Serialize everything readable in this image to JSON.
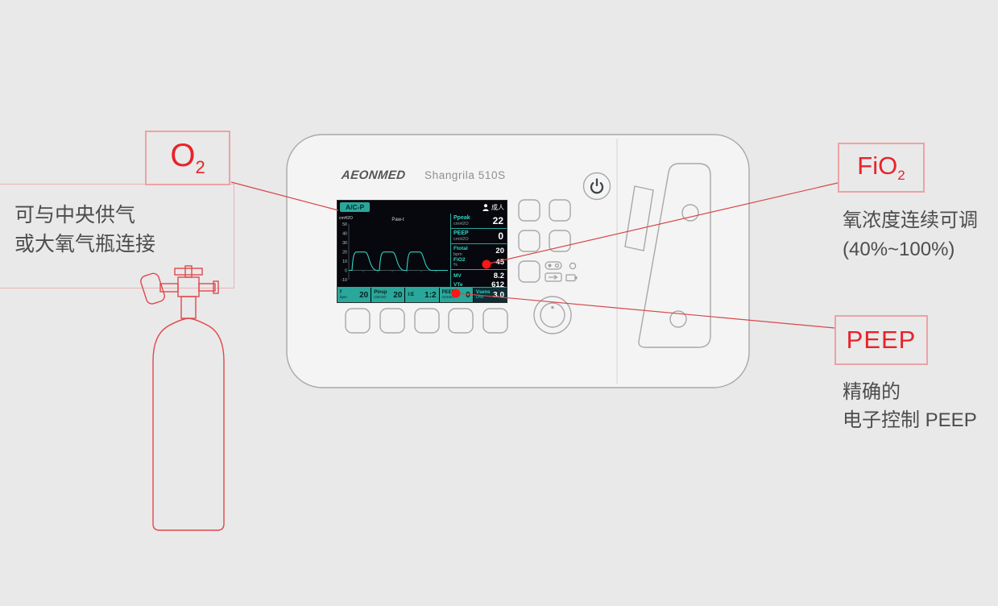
{
  "tags": {
    "o2": {
      "main": "O",
      "sub": "2"
    },
    "fio2": {
      "main": "FiO",
      "sub": "2"
    },
    "peep": {
      "main": "PEEP"
    }
  },
  "notes": {
    "o2_line1": "可与中央供气",
    "o2_line2": "或大氧气瓶连接",
    "fio2_line1": "氧浓度连续可调",
    "fio2_line2": "(40%~100%)",
    "peep_line1": "精确的",
    "peep_line2": "电子控制  PEEP"
  },
  "device": {
    "brand": "AEONMED",
    "model": "Shangrila 510S"
  },
  "screen": {
    "mode": "A/C-P",
    "patient": "成人",
    "waveform": {
      "label": "Paw-t",
      "unit": "cmH2O",
      "y_ticks": [
        "50",
        "40",
        "30",
        "20",
        "10",
        "0",
        "-10"
      ]
    },
    "monitors": {
      "ppeak": {
        "label": "Ppeak",
        "unit": "cmH2O",
        "value": "22"
      },
      "peep": {
        "label": "PEEP",
        "unit": "cmH2O",
        "value": "0"
      },
      "ftotal": {
        "label": "Ftotal",
        "unit": "bpm",
        "value": "20"
      },
      "fio2": {
        "label": "FiO2",
        "unit": "%",
        "value": "45"
      },
      "mv": {
        "label": "MV",
        "value": "8.2"
      },
      "vte": {
        "label": "VTe",
        "value": "612"
      }
    },
    "settings": [
      {
        "label": "f",
        "unit": "bpm",
        "value": "20"
      },
      {
        "label": "Pinsp",
        "unit": "cmH2O",
        "value": "20"
      },
      {
        "label": "I:E",
        "unit": "",
        "value": "1:2"
      },
      {
        "label": "PEEP",
        "unit": "cmH2O",
        "value": "0"
      },
      {
        "label": "Vsens",
        "unit": "LPM",
        "value": "3.0"
      }
    ]
  },
  "colors": {
    "accent_teal": "#2aa79b",
    "waveform_teal": "#2fd4c4",
    "annotation_red": "#e8232a",
    "alert_dot_red": "#ff1515",
    "background": "#e9e9e9"
  }
}
